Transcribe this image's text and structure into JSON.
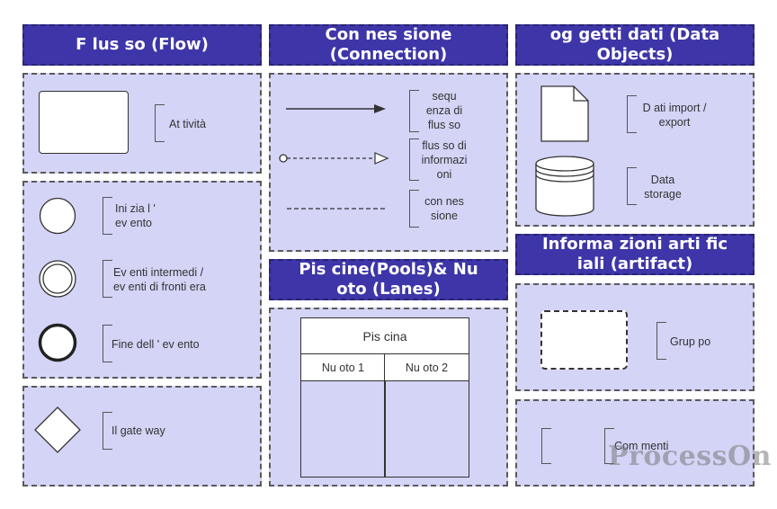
{
  "headers": {
    "flow": "F lus so  (Flow)",
    "connection": "Con nes sione\n(Connection)",
    "data_objects": "og getti  dati    (Data\nObjects)",
    "pools": "Pis cine(Pools)& Nu\noto  (Lanes)",
    "artifact": "Informa zioni  arti fic\niali  (artifact)"
  },
  "flow": {
    "activity": "At tività",
    "start_event": "Ini zia l '\n ev ento",
    "intermediate_event": "Ev enti intermedi /\nev enti di fronti era",
    "end_event": "Fine dell ' ev ento",
    "gateway": "Il gate way"
  },
  "connection": {
    "sequence_flow": "sequ\nenza di\nflus so",
    "message_flow": "flus so di\ninformazi\noni",
    "association": "con nes\nsione"
  },
  "data_objects": {
    "data_import_export": "D ati import /\nexport",
    "data_storage": "Data\nstorage"
  },
  "pools": {
    "pool_name": "Pis cina",
    "lanes": [
      "Nu oto 1",
      "Nu oto 2"
    ]
  },
  "artifact": {
    "group": "Grup po",
    "comment": "Com menti"
  },
  "watermark": "ProcessOn",
  "colors": {
    "header_bg": "#3d35a8",
    "panel_bg": "#d3d4f6",
    "border": "#5a5a5a"
  }
}
